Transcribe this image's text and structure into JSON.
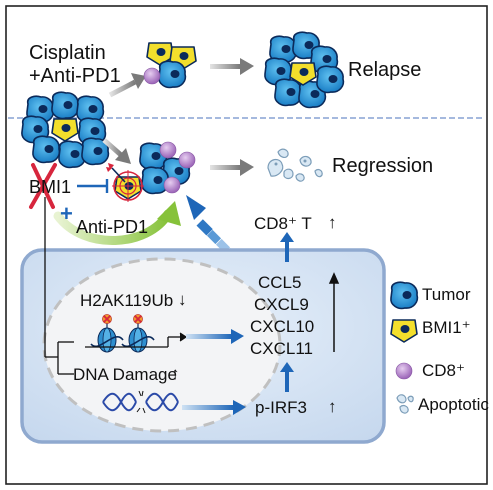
{
  "top": {
    "treatment_line1": "Cisplatin",
    "treatment_line2": "+Anti-PD1",
    "relapse": "Relapse",
    "regression": "Regression"
  },
  "pathway": {
    "bmi1": "BMI1",
    "plus_sign": "+",
    "anti_pd1": "Anti-PD1",
    "cd8_t": "CD8⁺ T",
    "h2ak119ub": "H2AK119Ub",
    "chemokines": [
      "CCL5",
      "CXCL9",
      "CXCL10",
      "CXCL11"
    ],
    "dna_damage": "DNA Damage",
    "p_irf3": "p-IRF3"
  },
  "legend": [
    {
      "label": "Tumor",
      "icon": "tumor-cell-icon"
    },
    {
      "label": "BMI1⁺",
      "icon": "bmi1-cell-icon"
    },
    {
      "label": "CD8⁺",
      "icon": "cd8-cell-icon"
    },
    {
      "label": "Apoptotic",
      "icon": "apoptotic-cell-icon"
    }
  ],
  "arrows": {
    "up": "↑",
    "down": "↓"
  },
  "colors": {
    "tumor_blue": "#1b8fd6",
    "tumor_outline": "#0b2a5a",
    "bmi1_yellow": "#f3df2c",
    "cd8_purple": "#b37ccb",
    "cell_panel": "#dce8f6",
    "arrow_blue": "#1e66b8",
    "anti_pd1_green": "#8cc63e",
    "inhibit_red": "#d7263d",
    "divider_dash": "#6f8fc9"
  }
}
